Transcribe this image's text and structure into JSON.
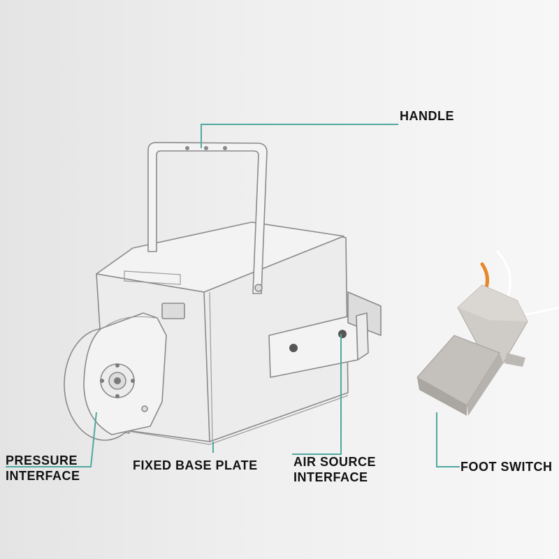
{
  "labels": {
    "handle": "HANDLE",
    "pressure_interface": [
      "PRESSURE",
      "INTERFACE"
    ],
    "fixed_base_plate": "FIXED BASE PLATE",
    "air_source_interface": [
      "AIR SOURCE",
      "INTERFACE"
    ],
    "foot_switch": "FOOT SWITCH"
  },
  "colors": {
    "leader_line": "#4fa8a0",
    "machine_outline": "#8a8a8a",
    "foot_switch_body": "#c9c6c2",
    "cable_orange": "#e8872a"
  }
}
